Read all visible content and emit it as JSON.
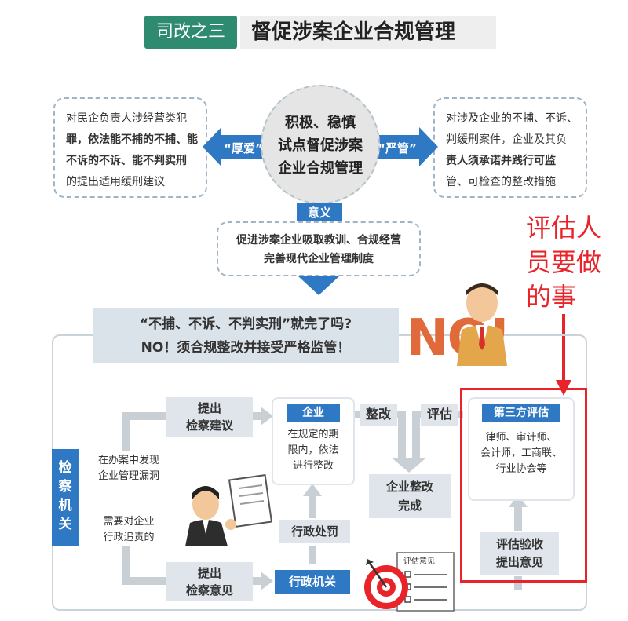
{
  "header": {
    "tag": "司改之三",
    "title": "督促涉案企业合规管理"
  },
  "top": {
    "center": [
      "积极、稳慎",
      "试点督促涉案",
      "企业合规管理"
    ],
    "left_arrow": "“厚爱”",
    "right_arrow": "“严管”",
    "left_text": [
      "对民企负责人涉经营类犯",
      "罪，依法能不捕的不捕、能",
      "不诉的不诉、能不判实刑",
      "的提出适用缓刑建议"
    ],
    "right_text": [
      "对涉及企业的不捕、不诉、",
      "判缓刑案件，企业及其负",
      "责人须承诺并践行可监",
      "管、可检查的整改措施"
    ],
    "meaning_label": "意义",
    "meaning_text": [
      "促进涉案企业吸取教训、合规经营",
      "完善现代企业管理制度"
    ]
  },
  "annotation": [
    "评估人",
    "员要做",
    "的事"
  ],
  "banner": {
    "line1": "“不捕、不诉、不判实刑”就完了吗?",
    "line2": "NO！须合规整改并接受严格监管！",
    "no_art": "NO!"
  },
  "flow": {
    "procuratorate": [
      "检",
      "察",
      "机",
      "关"
    ],
    "case_a": [
      "在办案中发现",
      "企业管理漏洞"
    ],
    "case_b": [
      "需要对企业",
      "行政追责的"
    ],
    "propose_a": [
      "提出",
      "检察建议"
    ],
    "propose_b": [
      "提出",
      "检察意见"
    ],
    "enterprise_title": "企业",
    "enterprise_text": [
      "在规定的期",
      "限内，依法",
      "进行整改"
    ],
    "rectify": "整改",
    "evaluate": "评估",
    "done": [
      "企业整改",
      "完成"
    ],
    "third_title": "第三方评估",
    "third_text": [
      "律师、审计师、",
      "会计师，工商联、",
      "行业协会等"
    ],
    "accept": [
      "评估验收",
      "提出意见"
    ],
    "admin_penalty": "行政处罚",
    "admin_org": "行政机关",
    "doc_title": "评估意见"
  },
  "colors": {
    "green": "#2f8b6f",
    "blue": "#2e78c4",
    "red": "#e8242a"
  }
}
